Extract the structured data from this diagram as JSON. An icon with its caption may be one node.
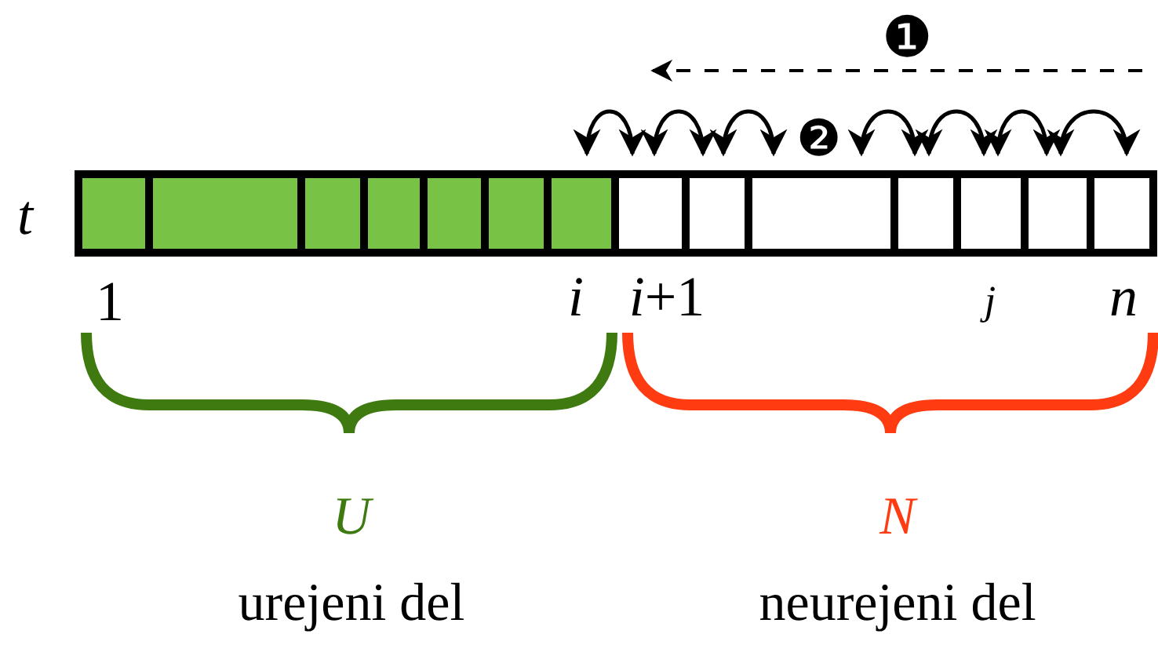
{
  "diagram": {
    "labels": [
      "❶",
      "❷",
      "*t*",
      "1",
      "*i*",
      "*i*+1",
      "*j*",
      "*n*",
      "*U*",
      "urejeni del",
      "*N*",
      "neurejeni del"
    ]
  }
}
